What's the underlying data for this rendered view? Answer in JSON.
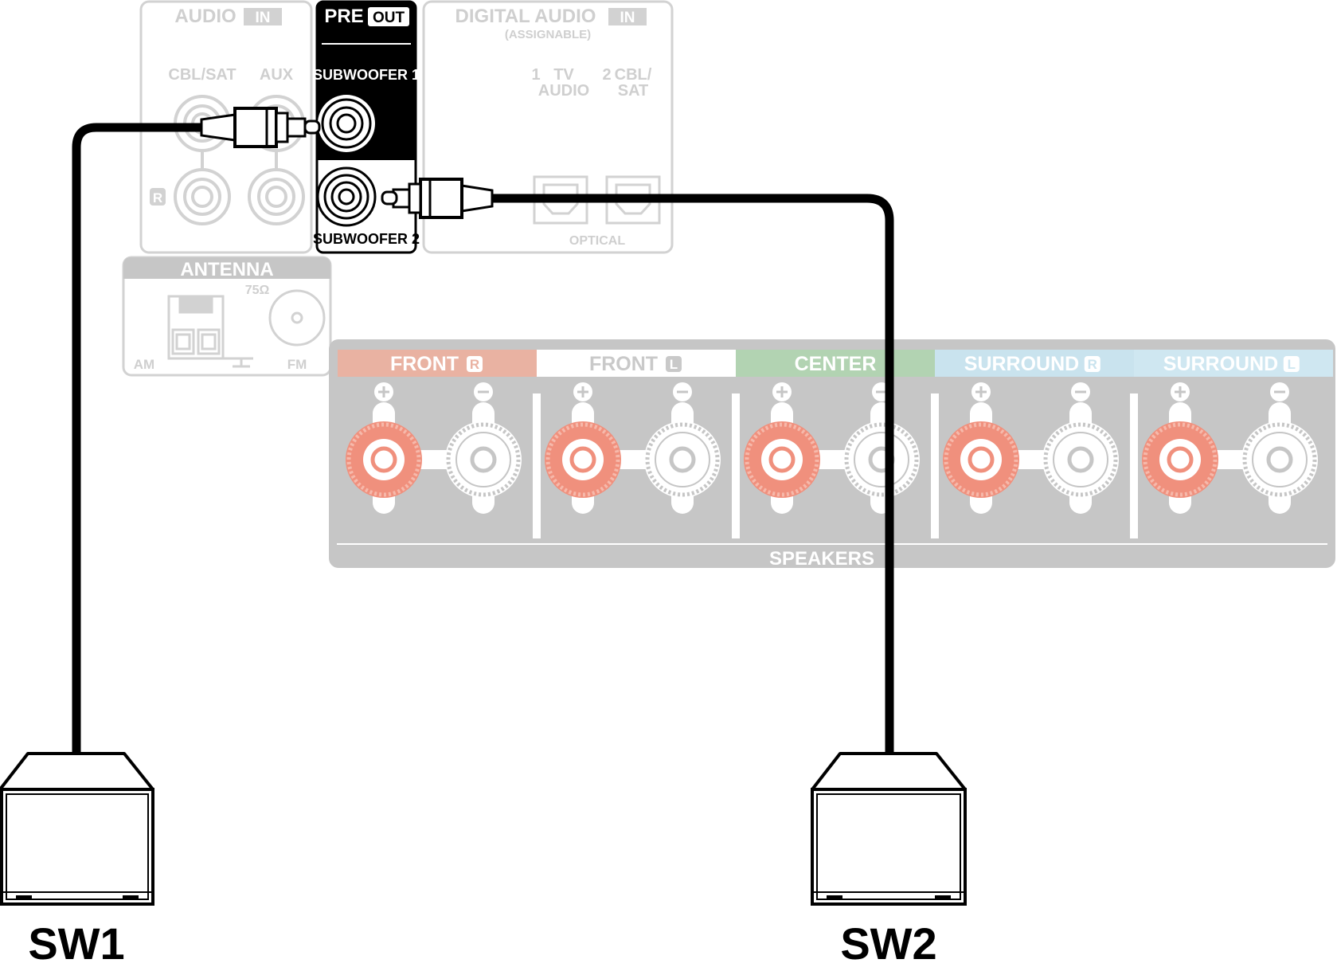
{
  "audio_in": {
    "title": "AUDIO",
    "badge": "IN",
    "cbl_sat": "CBL/SAT",
    "aux": "AUX",
    "r_mark": "R"
  },
  "pre_out": {
    "title": "PRE",
    "badge": "OUT",
    "sub1": "SUBWOOFER 1",
    "sub2": "SUBWOOFER 2"
  },
  "digital_in": {
    "title": "DIGITAL AUDIO",
    "badge": "IN",
    "assignable": "(ASSIGNABLE)",
    "tv_num": "1",
    "tv_l1": "TV",
    "tv_l2": "AUDIO",
    "cbl_num": "2",
    "cbl_l1": "CBL/",
    "cbl_l2": "SAT",
    "optical": "OPTICAL"
  },
  "antenna": {
    "title": "ANTENNA",
    "ohm": "75Ω",
    "am": "AM",
    "fm": "FM"
  },
  "speakers": {
    "label": "SPEAKERS",
    "channels": [
      {
        "name": "FRONT",
        "side": "R",
        "color": "#e9b2a2"
      },
      {
        "name": "FRONT",
        "side": "L",
        "color": "#ffffff"
      },
      {
        "name": "CENTER",
        "side": "",
        "color": "#b2d3b2"
      },
      {
        "name": "SURROUND",
        "side": "R",
        "color": "#c9e3ee"
      },
      {
        "name": "SURROUND",
        "side": "L",
        "color": "#cfe7f1"
      }
    ]
  },
  "subwoofers": {
    "sw1": "SW1",
    "sw2": "SW2"
  },
  "colors": {
    "panel_gray": "#c6c6c6",
    "panel_light": "#d4d4d4",
    "terminal_red": "#f0907d",
    "cable": "#000000"
  }
}
